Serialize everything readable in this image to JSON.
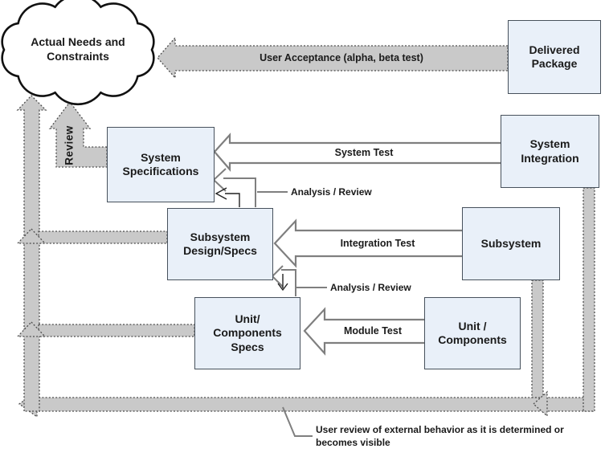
{
  "cloud": {
    "label": "Actual Needs and\nConstraints"
  },
  "boxes": {
    "delivered_package": {
      "label": "Delivered\nPackage"
    },
    "system_specifications": {
      "label": "System\nSpecifications"
    },
    "system_integration": {
      "label": "System\nIntegration"
    },
    "subsystem_design_specs": {
      "label": "Subsystem\nDesign/Specs"
    },
    "subsystem": {
      "label": "Subsystem"
    },
    "unit_components_specs": {
      "label": "Unit/\nComponents\nSpecs"
    },
    "unit_components": {
      "label": "Unit /\nComponents"
    }
  },
  "flows": {
    "user_acceptance": {
      "label": "User Acceptance (alpha, beta test)"
    },
    "review": {
      "label": "Review"
    },
    "system_test": {
      "label": "System Test"
    },
    "integration_test": {
      "label": "Integration Test"
    },
    "module_test": {
      "label": "Module Test"
    },
    "analysis_review_top": {
      "label": "Analysis / Review"
    },
    "analysis_review_bottom": {
      "label": "Analysis / Review"
    },
    "user_review_note": {
      "label": "User review of external behavior as it is determined or\nbecomes visible"
    }
  },
  "colors": {
    "box_fill": "#e9f0f9",
    "box_border": "#47515c",
    "channel_fill": "#c9c9c9",
    "channel_border": "#4d4d4d",
    "outline_arrow": "#7f7f7f",
    "cloud_outline": "#111111",
    "text": "#1a1a1a"
  }
}
